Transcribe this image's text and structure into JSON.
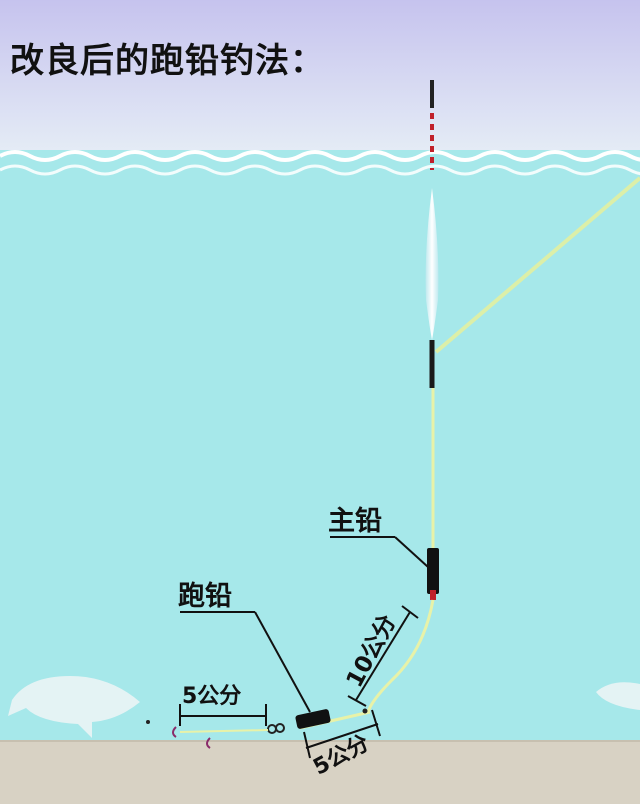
{
  "title": "改良后的跑铅钓法：",
  "labels": {
    "main_sinker": "主铅",
    "running_sinker": "跑铅",
    "leader_length": "10公分",
    "hook_link_length": "5公分",
    "sinker_gap": "5公分"
  },
  "colors": {
    "sky_top": "#c9c6ef",
    "sky_bottom": "#e4ecf6",
    "water": "#a6e8ea",
    "seabed": "#d8d2c4",
    "fishing_line": "#e8f2a8",
    "float_red": "#c0202a",
    "sinker": "#111111",
    "text": "#111111"
  }
}
